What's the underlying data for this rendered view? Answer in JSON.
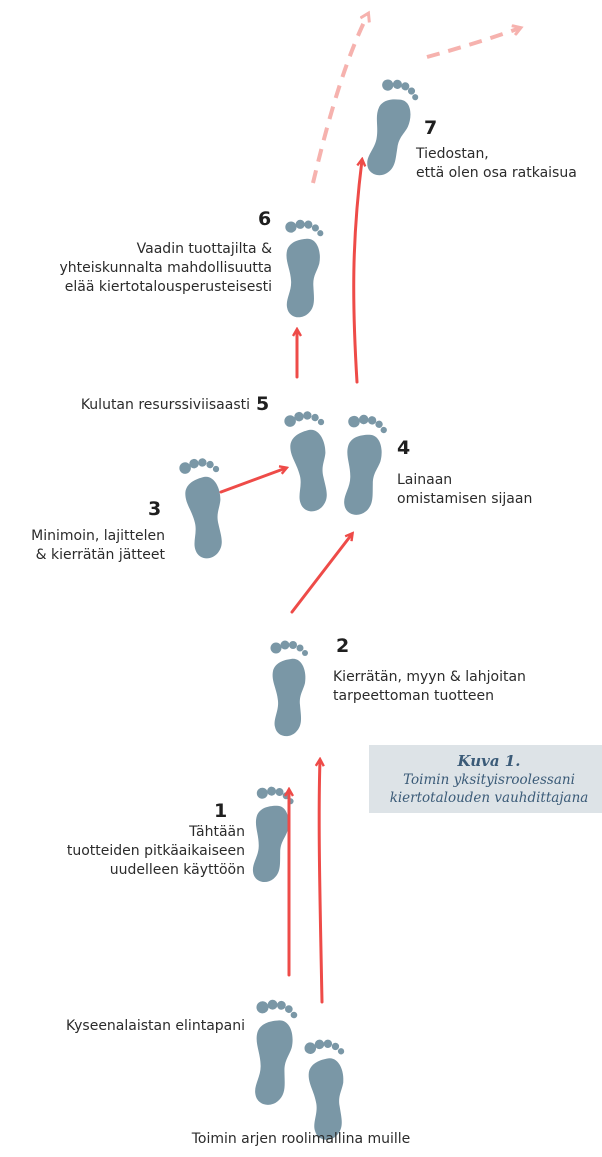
{
  "steps": [
    {
      "number": "",
      "lines": [
        "Kyseenalaistan elintapani"
      ]
    },
    {
      "number": "",
      "lines": [
        "Toimin arjen roolimallina muille"
      ]
    },
    {
      "number": "1",
      "lines": [
        "Tähtään",
        "tuotteiden pitkäaikaiseen",
        "uudelleen käyttöön"
      ]
    },
    {
      "number": "2",
      "lines": [
        "Kierrätän, myyn & lahjoitan",
        "tarpeettoman tuotteen"
      ]
    },
    {
      "number": "3",
      "lines": [
        "Minimoin, lajittelen",
        "& kierrätän jätteet"
      ]
    },
    {
      "number": "4",
      "lines": [
        "Lainaan",
        "omistamisen sijaan"
      ]
    },
    {
      "number": "5",
      "lines": [
        "Kulutan resurssiviisaasti"
      ]
    },
    {
      "number": "6",
      "lines": [
        "Vaadin tuottajilta &",
        "yhteiskunnalta mahdollisuutta",
        "elää kiertotalousperusteisesti"
      ]
    },
    {
      "number": "7",
      "lines": [
        "Tiedostan,",
        "että olen osa ratkaisua"
      ]
    }
  ],
  "caption": {
    "title": "Kuva 1.",
    "lines": [
      "Toimin yksityisroolessani",
      "kiertotalouden vauhdittajana"
    ]
  },
  "colors": {
    "footprint": "#7a97a6",
    "arrow": "#ee4b48",
    "arrow_faded": "#f6b2ae",
    "caption_bg": "#dde3e7",
    "caption_text": "#3b5b78"
  },
  "icons": [
    "footprint-icon",
    "arrow-icon"
  ]
}
